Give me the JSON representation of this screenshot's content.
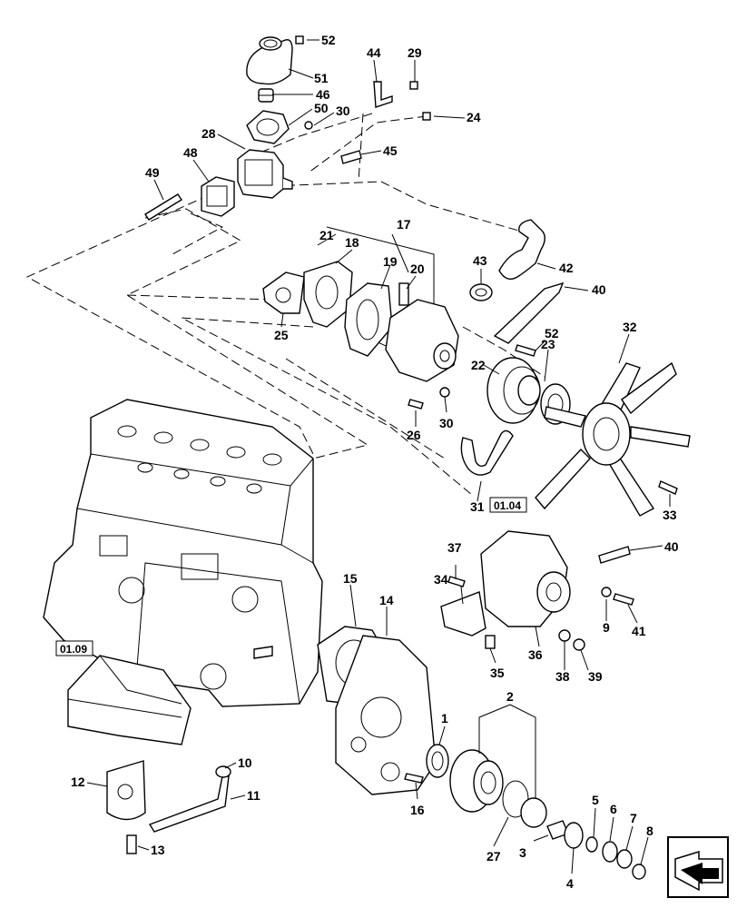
{
  "diagram": {
    "type": "exploded-parts-view",
    "callouts": [
      "52",
      "51",
      "46",
      "50",
      "30",
      "28",
      "48",
      "49",
      "44",
      "29",
      "24",
      "45",
      "21",
      "18",
      "17",
      "19",
      "20",
      "43",
      "42",
      "40",
      "25",
      "52",
      "23",
      "22",
      "32",
      "30",
      "26",
      "31",
      "33",
      "37",
      "34",
      "40",
      "9",
      "41",
      "35",
      "38",
      "39",
      "36",
      "15",
      "14",
      "2",
      "1",
      "10",
      "11",
      "12",
      "16",
      "27",
      "5",
      "6",
      "7",
      "8",
      "3",
      "4",
      "13"
    ],
    "references": [
      "01.04",
      "01.09"
    ]
  }
}
